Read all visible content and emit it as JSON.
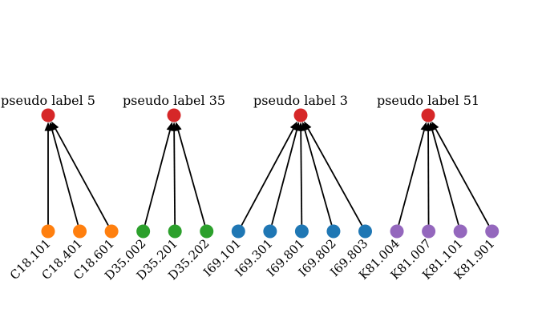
{
  "graph": {
    "groups": [
      {
        "label": "pseudo label 5",
        "root_color": "#d62728",
        "leaf_color": "#ff7f0e",
        "leaves": [
          "C18.101",
          "C18.401",
          "C18.601"
        ]
      },
      {
        "label": "pseudo label 35",
        "root_color": "#d62728",
        "leaf_color": "#2ca02c",
        "leaves": [
          "D35.002",
          "D35.201",
          "D35.202"
        ]
      },
      {
        "label": "pseudo label 3",
        "root_color": "#d62728",
        "leaf_color": "#1f77b4",
        "leaves": [
          "I69.101",
          "I69.301",
          "I69.801",
          "I69.802",
          "I69.803"
        ]
      },
      {
        "label": "pseudo label 51",
        "root_color": "#d62728",
        "leaf_color": "#9467bd",
        "leaves": [
          "K81.004",
          "K81.007",
          "K81.101",
          "K81.901"
        ]
      }
    ]
  }
}
